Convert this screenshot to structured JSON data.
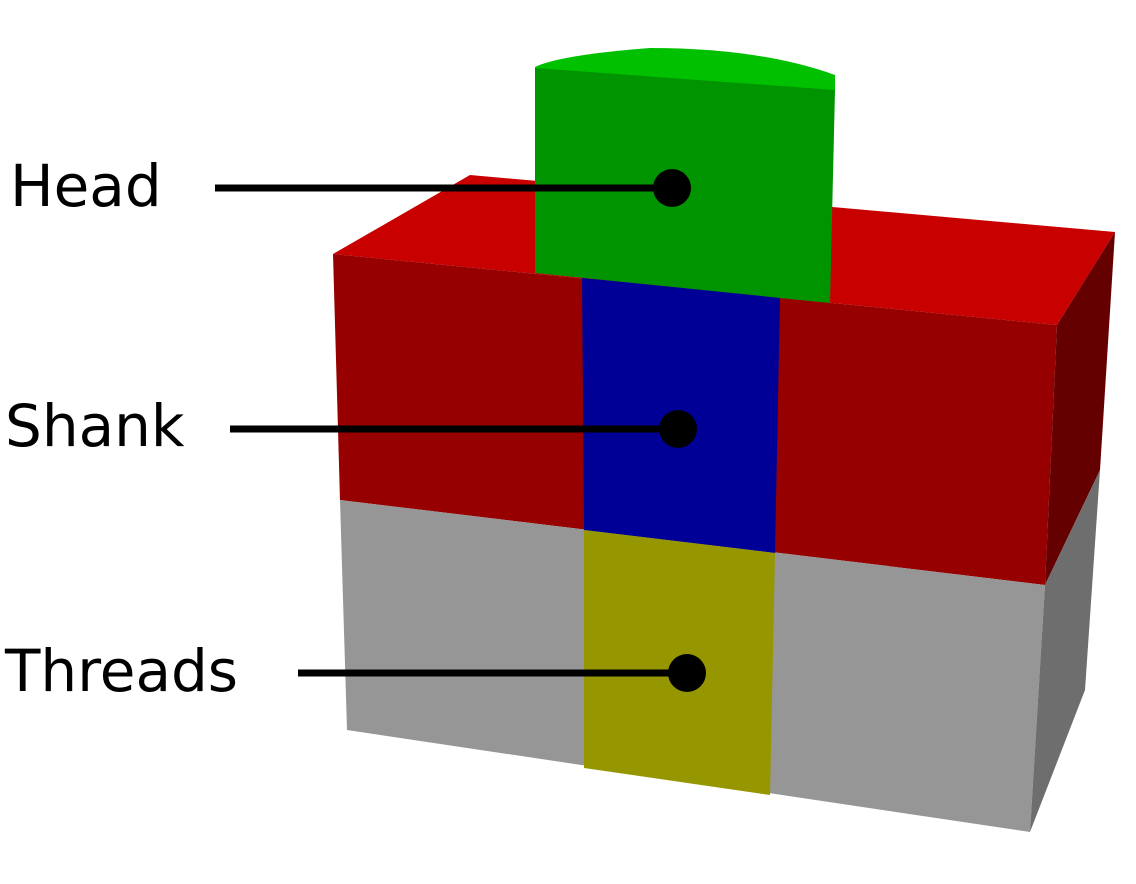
{
  "labels": {
    "head": "Head",
    "shank": "Shank",
    "threads": "Threads"
  },
  "colors": {
    "red_top": "#c80000",
    "red_front": "#960000",
    "red_side": "#640000",
    "gray_front": "#969696",
    "gray_side": "#6e6e6e",
    "green_cap": "#00c000",
    "green_front": "#009400",
    "blue": "#000096",
    "yellow": "#969600",
    "leader": "#000000"
  }
}
